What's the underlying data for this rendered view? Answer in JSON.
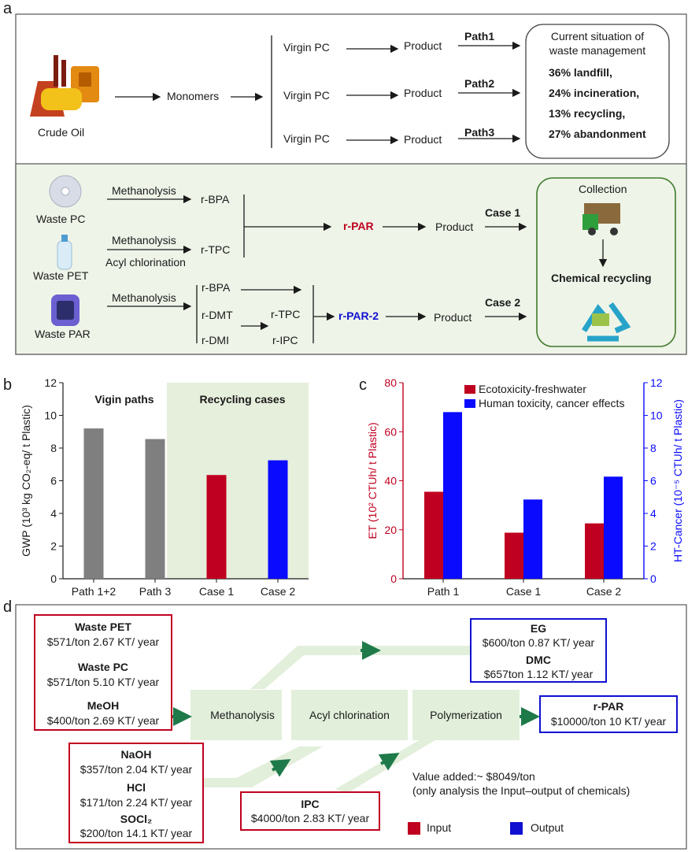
{
  "panel_labels": {
    "a": "a",
    "b": "b",
    "c": "c",
    "d": "d"
  },
  "panel_a": {
    "top": {
      "crude_oil": "Crude Oil",
      "monomers": "Monomers",
      "virgin_pc": [
        "Virgin PC",
        "Virgin PC",
        "Virgin PC"
      ],
      "product": [
        "Product",
        "Product",
        "Product"
      ],
      "paths": [
        "Path1",
        "Path2",
        "Path3"
      ],
      "waste_title_1": "Current situation of",
      "waste_title_2": "waste management",
      "stats": [
        "36% landfill,",
        "24% incineration,",
        "13% recycling,",
        "27% abandonment"
      ]
    },
    "bottom": {
      "waste_pc": "Waste PC",
      "waste_pet": "Waste PET",
      "waste_par": "Waste PAR",
      "methanolysis": [
        "Methanolysis",
        "Methanolysis",
        "Methanolysis"
      ],
      "acyl_chlorination": "Acyl chlorination",
      "r_bpa": "r-BPA",
      "r_tpc": "r-TPC",
      "r_par": "r-PAR",
      "r_par_2": "r-PAR-2",
      "r_bpa_2": "r-BPA",
      "r_dmt": "r-DMT",
      "r_dmi": "r-DMI",
      "r_tpc_2": "r-TPC",
      "r_ipc": "r-IPC",
      "product": [
        "Product",
        "Product"
      ],
      "cases": [
        "Case 1",
        "Case 2"
      ],
      "collection": "Collection",
      "chemical_recycling": "Chemical recycling"
    }
  },
  "chart_data": [
    {
      "type": "bar",
      "categories": [
        "Path 1+2",
        "Path 3",
        "Case 1",
        "Case 2"
      ],
      "values": [
        9.2,
        8.55,
        6.35,
        7.25
      ],
      "colors": [
        "#7f7f7f",
        "#7f7f7f",
        "#c00020",
        "#0a0aff"
      ],
      "ylabel": "GWP (10³ kg CO₂-eq/ t Plastic)",
      "ylim": [
        0,
        12
      ],
      "yticks": [
        0,
        2,
        4,
        6,
        8,
        10,
        12
      ],
      "region_labels": [
        "Vigin paths",
        "Recycling cases"
      ],
      "region_color": "#e6efdc",
      "grid": false
    },
    {
      "type": "bar",
      "categories": [
        "Path 1",
        "Case 1",
        "Case 2"
      ],
      "series": [
        {
          "name": "Ecotoxicity-freshwater",
          "values": [
            35.5,
            18.8,
            22.6
          ],
          "color": "#c00020",
          "axis": "left"
        },
        {
          "name": "Human toxicity, cancer effects",
          "values": [
            10.2,
            4.85,
            6.25
          ],
          "color": "#0a0aff",
          "axis": "right"
        }
      ],
      "ylabel_left": "ET (10² CTUh/ t Plastic)",
      "ylabel_right": "HT-Cancer (10⁻⁵ CTUh/ t Plastic)",
      "ylim_left": [
        0,
        80
      ],
      "ylim_right": [
        0,
        12
      ],
      "yticks_left": [
        0,
        20,
        40,
        60,
        80
      ],
      "yticks_right": [
        0,
        2,
        4,
        6,
        8,
        10,
        12
      ],
      "legend_position": "top-center",
      "grid": false
    }
  ],
  "panel_d": {
    "inputs_1": [
      {
        "name": "Waste PET",
        "value": "$571/ton  2.67 KT/ year"
      },
      {
        "name": "Waste PC",
        "value": "$571/ton  5.10 KT/ year"
      },
      {
        "name": "MeOH",
        "value": "$400/ton  2.69 KT/ year"
      }
    ],
    "inputs_2": [
      {
        "name": "NaOH",
        "value": "$357/ton  2.04 KT/ year"
      },
      {
        "name": "HCl",
        "value": "$171/ton  2.24 KT/ year"
      },
      {
        "name": "SOCl₂",
        "value": "$200/ton  14.1 KT/ year"
      }
    ],
    "input_3": {
      "name": "IPC",
      "value": "$4000/ton  2.83 KT/ year"
    },
    "outputs_1": [
      {
        "name": "EG",
        "value": "$600/ton  0.87 KT/ year"
      },
      {
        "name": "DMC",
        "value": "$657ton  1.12 KT/ year"
      }
    ],
    "output_2": {
      "name": "r-PAR",
      "value": "$10000/ton  10 KT/ year"
    },
    "processes": [
      "Methanolysis",
      "Acyl chlorination",
      "Polymerization"
    ],
    "value_added": "Value added:~ $8049/ton",
    "note": "(only analysis the Input–output of chemicals)",
    "legend": [
      "Input",
      "Output"
    ],
    "colors": {
      "input": "#c00020",
      "output": "#1010d0",
      "process": "#e2efdb",
      "arrow": "#1f7a4a"
    }
  }
}
